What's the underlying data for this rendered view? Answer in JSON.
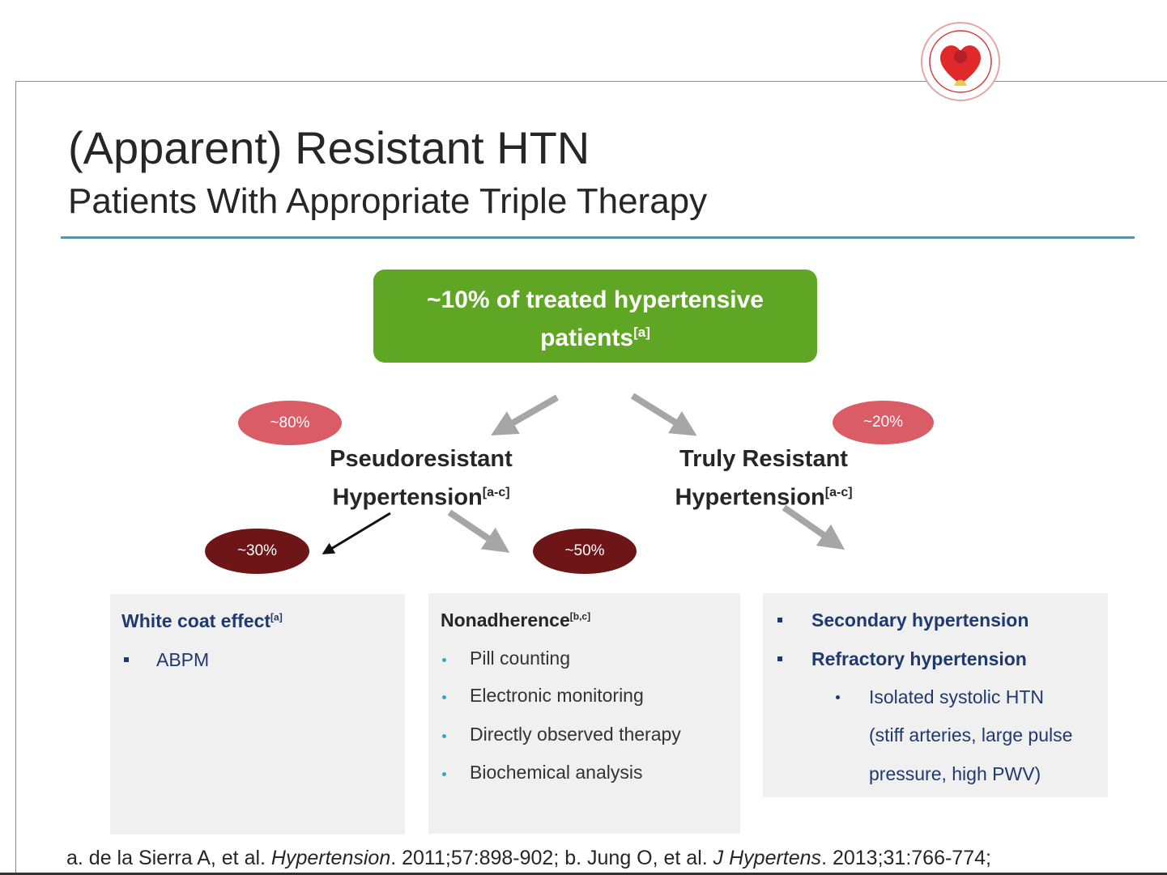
{
  "title": "(Apparent) Resistant HTN",
  "subtitle": "Patients With Appropriate Triple Therapy",
  "top_box": {
    "line1": "~10% of treated hypertensive",
    "line2": "patients",
    "ref": "[a]"
  },
  "badges": {
    "pseudo": "~80%",
    "truly": "~20%",
    "white_coat": "~30%",
    "nonadherence": "~50%"
  },
  "branches": {
    "pseudo": {
      "line1": "Pseudoresistant",
      "line2": "Hypertension",
      "ref": "[a-c]"
    },
    "truly": {
      "line1": "Truly Resistant",
      "line2": "Hypertension",
      "ref": "[a-c]"
    }
  },
  "panels": {
    "white_coat": {
      "heading": "White coat effect",
      "ref": "[a]",
      "items": [
        "ABPM"
      ]
    },
    "nonadherence": {
      "heading": "Nonadherence",
      "ref": "[b,c]",
      "items": [
        "Pill counting",
        "Electronic monitoring",
        "Directly observed therapy",
        "Biochemical analysis"
      ]
    },
    "truly": {
      "items": [
        "Secondary hypertension",
        "Refractory hypertension"
      ],
      "sub_items": [
        "Isolated systolic HTN",
        "(stiff arteries, large pulse",
        "pressure, high PWV)"
      ]
    }
  },
  "footnote": {
    "part1": "a. de la Sierra A, et al. ",
    "journal1": "Hypertension",
    "part2": ". 2011;57:898-902; b. Jung O, et al. ",
    "journal2": "J Hypertens",
    "part3": ". 2013;31:766-774;"
  },
  "colors": {
    "green": "#5fa624",
    "badge_light": "#d95c66",
    "badge_dark": "#6e1518",
    "panel_bg": "#f0f0f0",
    "heading_blue": "#1f3a6e",
    "accent_rule": "#5b93a8",
    "arrow_gray": "#a6a6a6"
  }
}
